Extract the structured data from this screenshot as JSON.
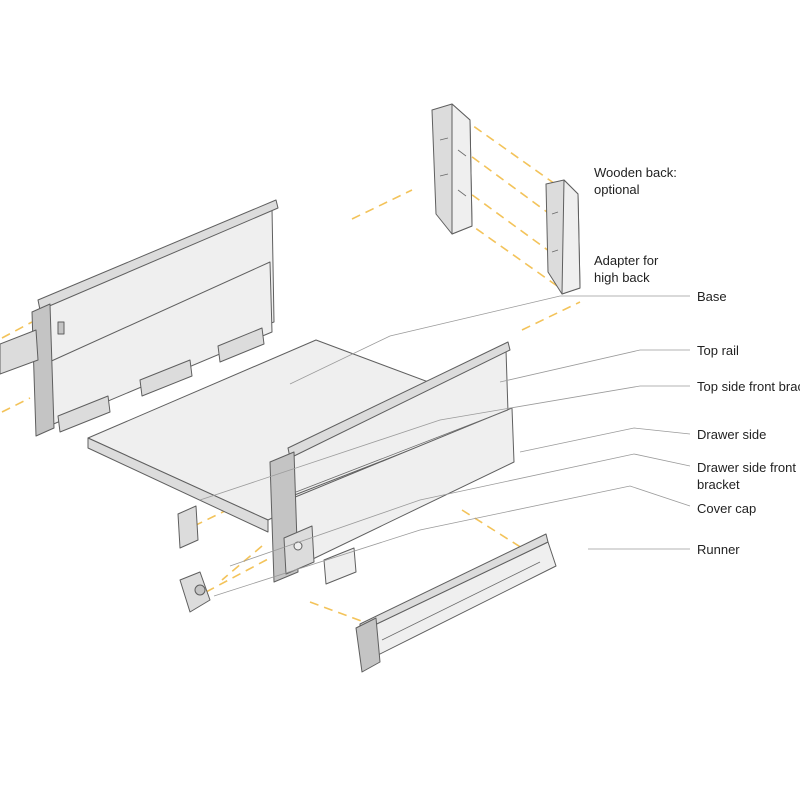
{
  "colors": {
    "assembly_line": "#f3c35a",
    "outline": "#5f5f5f",
    "leader": "#9a9a9a",
    "text": "#222222"
  },
  "labels": {
    "wooden_back_line1": "Wooden back:",
    "wooden_back_line2": "optional",
    "adapter_line1": "Adapter for",
    "adapter_line2": "high back",
    "base": "Base",
    "top_rail": "Top rail",
    "top_side_front_bracket": "Top side front bracket",
    "drawer_side": "Drawer side",
    "drawer_side_front_bracket_line1": "Drawer side front",
    "drawer_side_front_bracket_line2": "bracket",
    "cover_cap": "Cover cap",
    "runner": "Runner"
  }
}
